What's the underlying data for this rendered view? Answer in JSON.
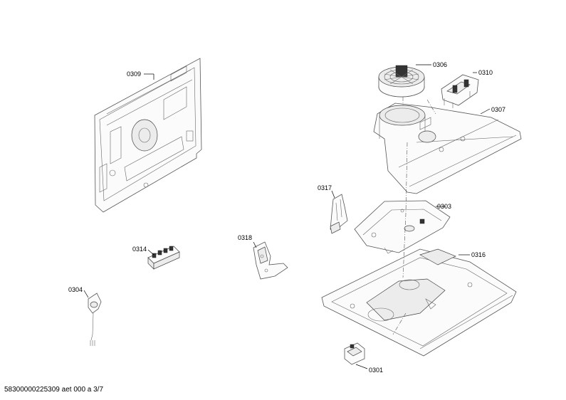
{
  "parts": [
    {
      "id": "0309",
      "label": "0309"
    },
    {
      "id": "0306",
      "label": "0306"
    },
    {
      "id": "0310",
      "label": "0310"
    },
    {
      "id": "0307",
      "label": "0307"
    },
    {
      "id": "0317",
      "label": "0317"
    },
    {
      "id": "0303",
      "label": "0303"
    },
    {
      "id": "0318",
      "label": "0318"
    },
    {
      "id": "0314",
      "label": "0314"
    },
    {
      "id": "0316",
      "label": "0316"
    },
    {
      "id": "0304",
      "label": "0304"
    },
    {
      "id": "0301",
      "label": "0301"
    }
  ],
  "footer": {
    "text": "58300000225309 aet 000 a 3/7"
  }
}
